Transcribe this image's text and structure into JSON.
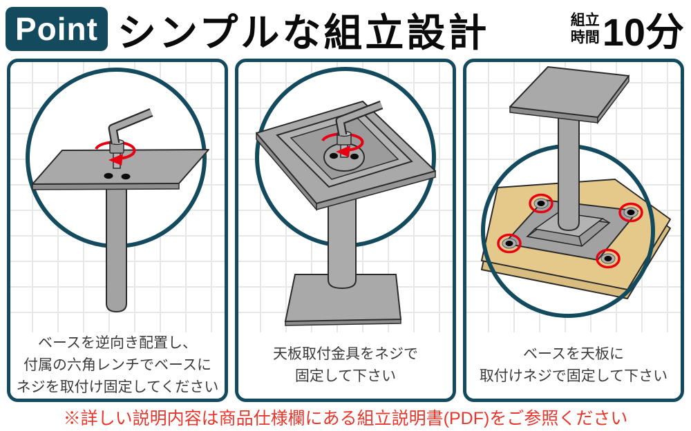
{
  "header": {
    "badge": "Point",
    "title": "シンプルな組立設計",
    "time_label_line1": "組立",
    "time_label_line2": "時間",
    "time_value": "10分"
  },
  "panels": [
    {
      "caption_lines": [
        "ベースを逆向き配置し、",
        "付属の六角レンチでベースに",
        "ネジを取付け固定してください"
      ]
    },
    {
      "caption_lines": [
        "天板取付金具をネジで",
        "固定して下さい"
      ]
    },
    {
      "caption_lines": [
        "ベースを天板に",
        "取付けネジで固定して下さい"
      ]
    }
  ],
  "footer": {
    "note": "※詳しい説明内容は商品仕様欄にある組立説明書(PDF)をご参照ください"
  },
  "colors": {
    "accent_teal": "#134a5e",
    "arrow_red": "#e60012",
    "footer_red": "#e8362b",
    "metal_gray": "#a9a9a9",
    "wood_tan": "#e5c98b"
  },
  "icons": {
    "step1": "hex-wrench-on-inverted-base",
    "step2": "hex-wrench-on-top-bracket",
    "step3": "base-screwed-to-tabletop"
  }
}
